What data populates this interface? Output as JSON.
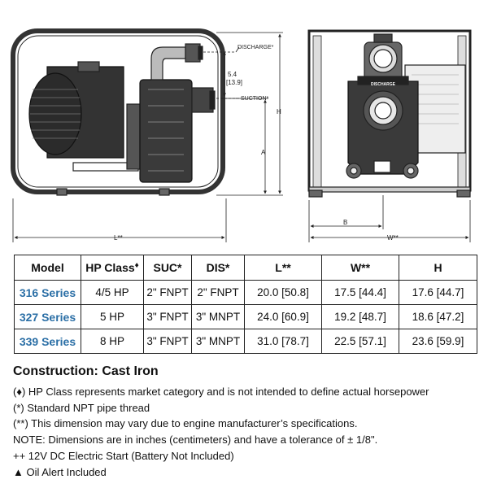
{
  "drawing_labels": {
    "discharge": "DISCHARGE*",
    "suction": "SUCTION*",
    "offset_in": "5.4",
    "offset_cm": "[13.9]",
    "dim_H": "H",
    "dim_A": "A",
    "dim_L": "L**",
    "dim_B": "B",
    "dim_W": "W**",
    "pump_plate": "DISCHARGE"
  },
  "table": {
    "headers": [
      "Model",
      "HP Class",
      "SUC*",
      "DIS*",
      "L**",
      "W**",
      "H"
    ],
    "hp_class_mark": "♦",
    "rows": [
      [
        "316 Series",
        "4/5 HP",
        "2\" FNPT",
        "2\" FNPT",
        "20.0 [50.8]",
        "17.5 [44.4]",
        "17.6 [44.7]"
      ],
      [
        "327 Series",
        "5 HP",
        "3\" FNPT",
        "3\" MNPT",
        "24.0 [60.9]",
        "19.2 [48.7]",
        "18.6 [47.2]"
      ],
      [
        "339 Series",
        "8 HP",
        "3\" FNPT",
        "3\" MNPT",
        "31.0 [78.7]",
        "22.5 [57.1]",
        "23.6 [59.9]"
      ]
    ]
  },
  "construction": "Construction: Cast Iron",
  "notes": [
    "(♦) HP Class represents market category and is not intended to define actual horsepower",
    "(*) Standard NPT pipe thread",
    "(**) This dimension may vary due to engine manufacturer’s specifications.",
    "NOTE: Dimensions are in inches (centimeters) and have a tolerance of ± 1/8\".",
    "++ 12V DC Electric Start (Battery Not Included)",
    "▲ Oil Alert Included"
  ]
}
